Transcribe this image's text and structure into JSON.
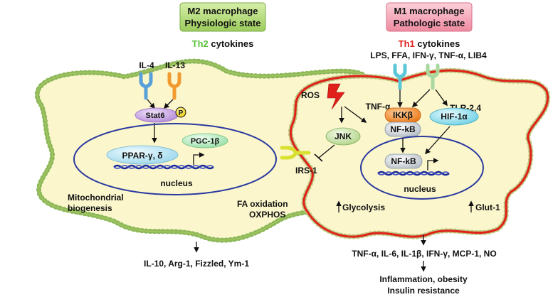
{
  "left": {
    "title_line1": "M2 macrophage",
    "title_line2": "Physiologic state",
    "cytokine_prefix": "Th2",
    "cytokine_suffix": " cytokines",
    "receptor1": "IL-4",
    "receptor2": "IL-13",
    "stat6": "Stat6",
    "phospho": "P",
    "pgc": "PGC-1β",
    "ppar": "PPAR-γ, δ",
    "nucleus": "nucleus",
    "mito_line1": "Mitochondrial",
    "mito_line2": "biogenesis",
    "fa_line1": "FA oxidation",
    "fa_line2": "OXPHOS",
    "outputs": "IL-10, Arg-1, Fizzled, Ym-1"
  },
  "right": {
    "title_line1": "M1 macrophage",
    "title_line2": "Pathologic state",
    "cytokine_prefix": "Th1",
    "cytokine_suffix": " cytokines",
    "stimuli": "LPS, FFA, IFN-γ, TNF-α, LIB4",
    "ros": "ROS",
    "tnf": "TNF-α",
    "tlr": "TLR-2,4",
    "ikk": "IKKβ",
    "nfkb": "NF-kB",
    "hif": "HIF-1α",
    "jnk": "JNK",
    "irs": "IRS-1",
    "nfkb_nuclear": "NF-kB",
    "nucleus": "nucleus",
    "glycolysis": "Glycolysis",
    "glut": "Glut-1",
    "outputs": "TNF-α, IL-6, IL-1β, IFN-γ, MCP-1, NO",
    "outcome_line1": "Inflammation, obesity",
    "outcome_line2": "Insulin resistance"
  },
  "colors": {
    "m2_header": "#b6dc7a",
    "m1_header": "#f4a8b8",
    "th2": "#5ac23a",
    "th1": "#e0201a",
    "cell_fill": "#fbf6cc",
    "m2_membrane": "#8db85a",
    "m1_membrane": "#e0201a",
    "nucleus_ring": "#2a3aa0",
    "stat6": "#c9a8e0",
    "ikk": "#f08a2a",
    "hif": "#8fe0ec",
    "jnk": "#c8e0a8",
    "pgc": "#b8ecc0",
    "receptor_blue": "#5aa0d8",
    "receptor_orange": "#f09a30",
    "receptor_cyan": "#5ac8d8",
    "receptor_green": "#a8d8a0",
    "irs_receptor": "#d8e030"
  }
}
